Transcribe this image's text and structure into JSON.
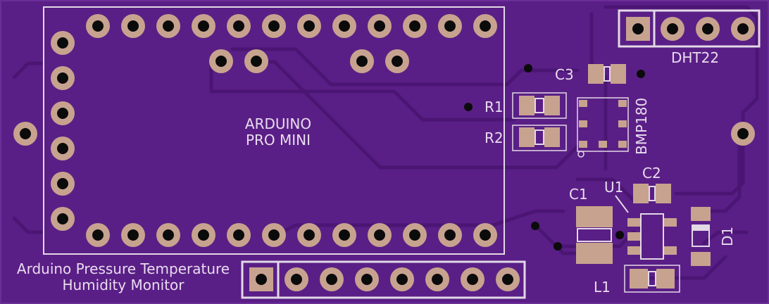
{
  "board": {
    "colors": {
      "board": "#5a1f86",
      "trace": "#4b1574",
      "silk": "#e3d8e6",
      "pad": "#c7a38f",
      "hole": "#0b0b0b"
    },
    "title_line1": "Arduino Pressure Temperature",
    "title_line2": "Humidity Monitor"
  },
  "components": {
    "arduino_label_1": "ARDUINO",
    "arduino_label_2": "PRO MINI",
    "dht22": "DHT22",
    "c3": "C3",
    "r1": "R1",
    "r2": "R2",
    "bmp180": "BMP180",
    "c2": "C2",
    "u1": "U1",
    "c1": "C1",
    "d1": "D1",
    "l1": "L1"
  }
}
